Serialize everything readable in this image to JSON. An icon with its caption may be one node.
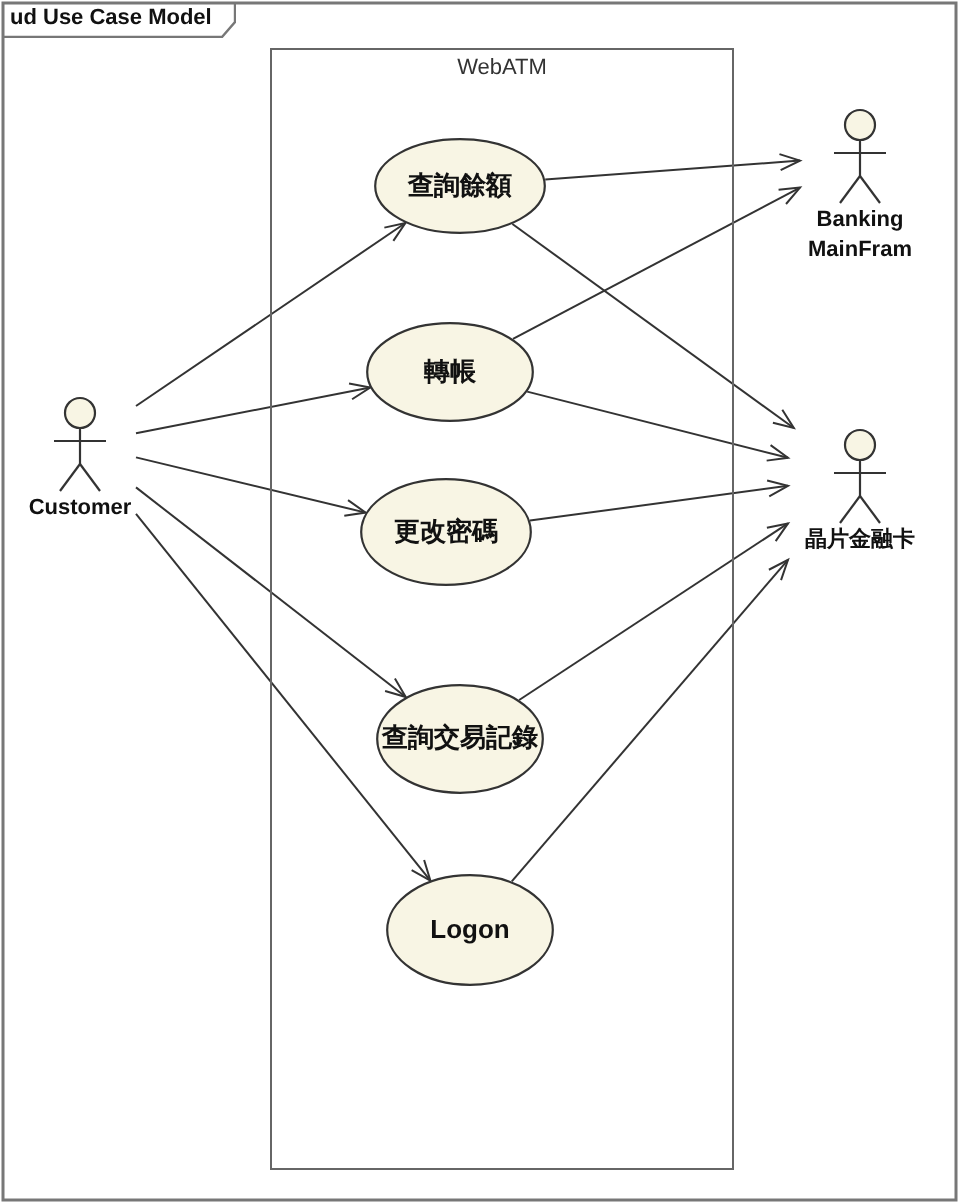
{
  "diagram": {
    "title": "ud Use Case Model",
    "nodes": [
      {
        "text": [
          "WebATM"
        ]
      },
      {
        "text": [
          "查詢餘額"
        ],
        "in": 0
      },
      {
        "text": [
          "轉帳"
        ],
        "in": 0
      },
      {
        "text": [
          "更改密碼"
        ],
        "in": 0
      },
      {
        "text": [
          "查詢交易記錄"
        ],
        "in": 0
      },
      {
        "text": [
          "Logon"
        ],
        "in": 0
      },
      {
        "text": [],
        "shape": "person",
        "beside": [
          "Customer"
        ]
      },
      {
        "text": [],
        "shape": "person",
        "beside": [
          "Banking MainFram"
        ]
      },
      {
        "text": [],
        "shape": "person",
        "beside": [
          "晶片金融卡"
        ]
      }
    ],
    "edges": [
      {
        "from": 6,
        "to": 1,
        "arrow": "to"
      },
      {
        "from": 6,
        "to": 2,
        "arrow": "to"
      },
      {
        "from": 6,
        "to": 3,
        "arrow": "to"
      },
      {
        "from": 6,
        "to": 4,
        "arrow": "to"
      },
      {
        "from": 6,
        "to": 5,
        "arrow": "to"
      },
      {
        "from": 1,
        "to": 7,
        "arrow": "to"
      },
      {
        "from": 2,
        "to": 7,
        "arrow": "to"
      },
      {
        "from": 1,
        "to": 8,
        "arrow": "to"
      },
      {
        "from": 2,
        "to": 8,
        "arrow": "to"
      },
      {
        "from": 3,
        "to": 8,
        "arrow": "to"
      },
      {
        "from": 4,
        "to": 8,
        "arrow": "to"
      },
      {
        "from": 5,
        "to": 8,
        "arrow": "to"
      }
    ]
  }
}
